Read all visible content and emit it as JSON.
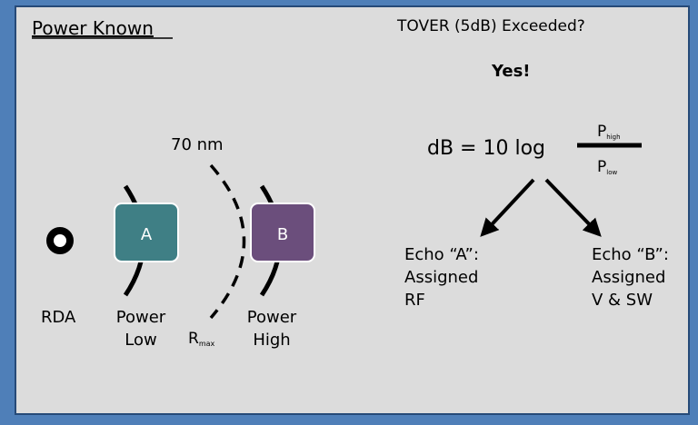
{
  "title": "Power Known",
  "question": "TOVER (5dB) Exceeded?",
  "answer": "Yes!",
  "distance": "70 nm",
  "rda_label": "RDA",
  "power_low": [
    "Power",
    "Low"
  ],
  "power_high": [
    "Power",
    "High"
  ],
  "rmax": {
    "main": "R",
    "sub": "max"
  },
  "echo_a_badge": "A",
  "echo_b_badge": "B",
  "formula": {
    "left": "dB = 10 log",
    "num_main": "P",
    "num_sub": "high",
    "den_main": "P",
    "den_sub": "low"
  },
  "echo_a": [
    "Echo “A”:",
    "Assigned",
    "RF"
  ],
  "echo_b": [
    "Echo “B”:",
    "Assigned",
    "V & SW"
  ],
  "colors": {
    "background": "#dcdcdc",
    "frame": "#4f7fb8",
    "echo_a": "#3f7f85",
    "echo_b": "#6b4e7c"
  }
}
